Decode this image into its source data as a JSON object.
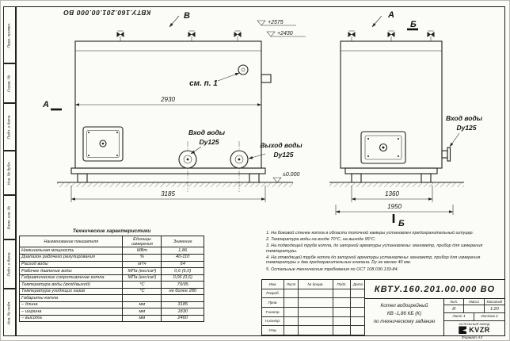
{
  "sheet": {
    "doc_number_top": "КВТУ.160.201.00.000 ВО",
    "format_label": "Формат А3"
  },
  "margin_labels": [
    "Перв. примен.",
    "Справ. №",
    "Подп. и дата",
    "Инв. № дубл.",
    "Взам. инв. №",
    "Подп. и дата",
    "Инв. № подл."
  ],
  "drawing": {
    "front_view": {
      "view_arrow_top": "В",
      "section_left": "А",
      "see_note_label": "см. п. 1",
      "dim_body": "2930",
      "dim_overall": "3185",
      "elev_top": "+2575",
      "elev_mid": "+2430",
      "elev_zero": "±0.000",
      "inlet": {
        "line1": "Вход воды",
        "line2": "Dy125"
      },
      "outlet": {
        "line1": "Выход воды",
        "line2": "Dy125"
      }
    },
    "side_view": {
      "view_arrow_top": "А",
      "section_top": "Б",
      "section_bottom": "Б",
      "dim_inner": "1360",
      "dim_overall": "1950",
      "inlet": {
        "line1": "Вход воды",
        "line2": "Dy125"
      }
    }
  },
  "spec_table": {
    "title": "Технические характеристики",
    "headers": [
      "Наименование показателя",
      "Единицы измерения",
      "Значение"
    ],
    "rows": [
      [
        "Номинальная мощность",
        "МВт",
        "1,86"
      ],
      [
        "Диапазон рабочего регулирования",
        "%",
        "40-110"
      ],
      [
        "Расход воды",
        "м³/ч",
        "64"
      ],
      [
        "Рабочее давление воды",
        "МПа (кгс/см²)",
        "0,6 (6,0)"
      ],
      [
        "Гидравлическое сопротивление котла",
        "МПа (кгс/см²)",
        "0,06 (0,6)"
      ],
      [
        "Температура воды (вход/выход)",
        "°С",
        "70/95"
      ],
      [
        "Температура уходящих газов",
        "°С",
        "не более 280"
      ],
      [
        "Габариты котла",
        "",
        ""
      ],
      [
        "– длина",
        "мм",
        "3185"
      ],
      [
        "– ширина",
        "мм",
        "1830"
      ],
      [
        "– высота",
        "мм",
        "2460"
      ]
    ]
  },
  "notes": {
    "items": [
      "1.  На боковой стенке котла в области топочной камеры установлен предохранительный штуцер.",
      "2.  Температура воды на входе 70°С, на выходе 95°С.",
      "3.  На подводящей трубе котла, до запорной арматуры установлены:  манометр, прибор для измерения температуры.",
      "4.  На отводящей трубе котла до запорной арматуры установлены:  манометр, прибор для измерения температуры и два предохранительных клапана. Dу не менее 40 мм.",
      "5.  Остальные технические требования по ОСТ 108.030.133-84."
    ]
  },
  "title_block": {
    "doc_number": "КВТУ.160.201.00.000 ВО",
    "header_cells": [
      "Изм.",
      "Лист",
      "№ докум.",
      "Подп.",
      "Дата"
    ],
    "role_rows": [
      "Разраб.",
      "Пров.",
      "Т.контр.",
      "Н.контр.",
      "Утв."
    ],
    "product_name_line1": "Котел водогрейный",
    "product_name_line2": "КВ -1,86 КБ (К)",
    "product_name_line3": "по техническому заданию",
    "lit_label": "Лит.",
    "mass_label": "Масса",
    "scale_label": "Масштаб",
    "lit_value": "И",
    "mass_value": "",
    "scale_value": "1:20",
    "sheet_label": "Лист 1",
    "sheets_label": "Листов 2",
    "company": "КОТЕЛЬНЫЙ ЗАВОД",
    "logo_text": "KVZR"
  }
}
